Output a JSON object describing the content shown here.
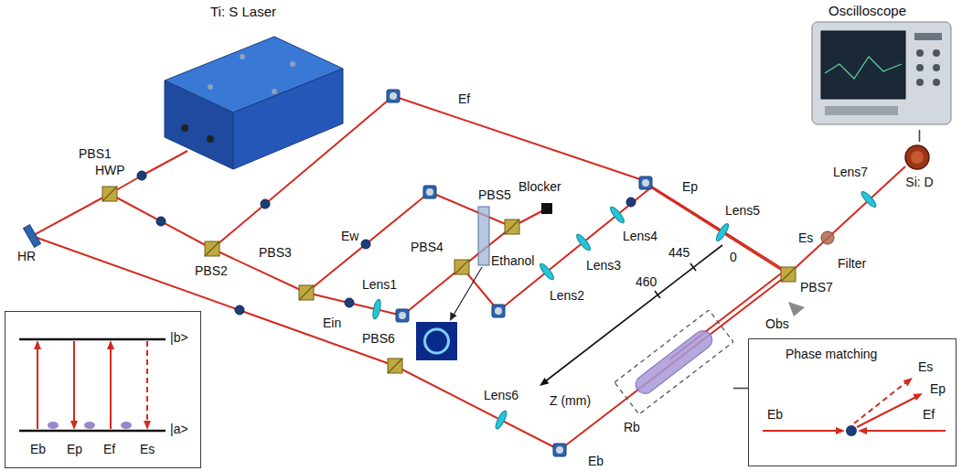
{
  "diagram": {
    "nodes": [
      {
        "text": [
          "Ti: S Laser"
        ]
      },
      {
        "text": [
          "Oscilloscope"
        ]
      },
      {
        "text": [
          "Si: D"
        ]
      },
      {
        "text": [
          "Rb"
        ]
      },
      {
        "text": [
          "|b>",
          "|a>",
          "Eb",
          "Ep",
          "Ef",
          "Es"
        ]
      },
      {
        "text": [
          "Phase matching",
          "Es",
          "Ep",
          "Eb",
          "Ef"
        ]
      }
    ],
    "edges": [
      {
        "from": 2,
        "to": 1,
        "arrow": "none"
      },
      {
        "from": 3,
        "to": 5,
        "arrow": "none"
      }
    ],
    "labels": [
      "PBS1",
      "HWP",
      "HR",
      "PBS2",
      "PBS3",
      "Ein",
      "Ew",
      "Ef",
      "Lens1",
      "PBS4",
      "PBS5",
      "Blocker",
      "Ethanol",
      "Lens2",
      "Lens3",
      "Lens4",
      "Ep",
      "Lens5",
      "0",
      "445",
      "460",
      "Z (mm)",
      "PBS6",
      "Lens6",
      "Eb",
      "Es",
      "Filter",
      "Lens7",
      "Obs",
      "PBS7"
    ]
  }
}
